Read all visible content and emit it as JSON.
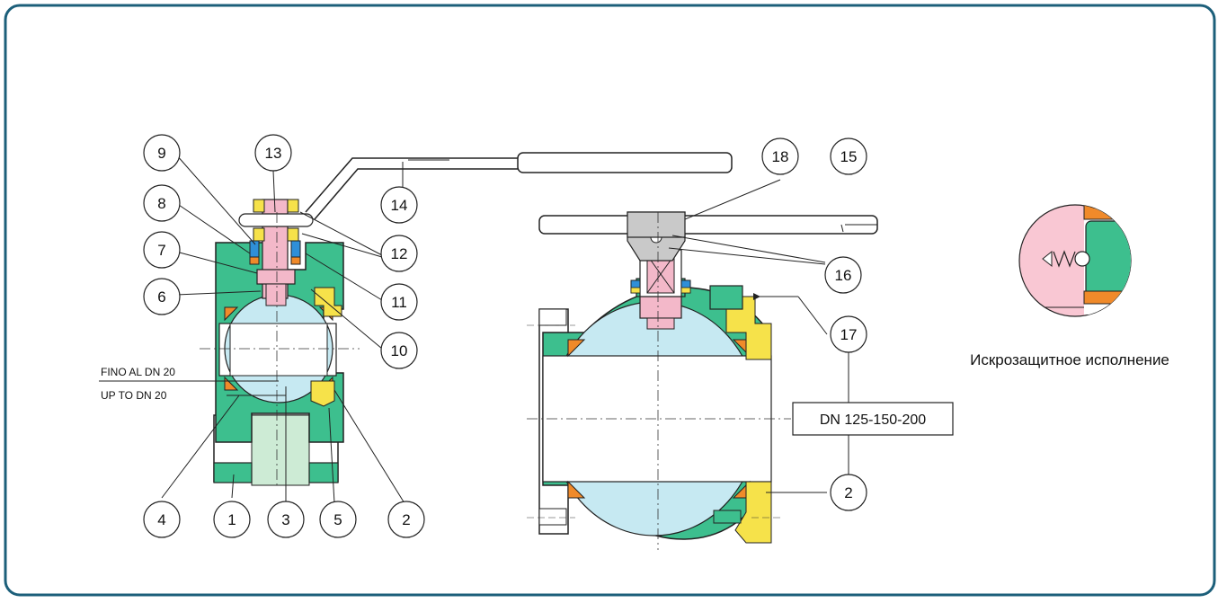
{
  "callouts": [
    {
      "id": "c1",
      "label": "1"
    },
    {
      "id": "c2",
      "label": "2"
    },
    {
      "id": "c2b",
      "label": "2"
    },
    {
      "id": "c3",
      "label": "3"
    },
    {
      "id": "c4",
      "label": "4"
    },
    {
      "id": "c5",
      "label": "5"
    },
    {
      "id": "c6",
      "label": "6"
    },
    {
      "id": "c7",
      "label": "7"
    },
    {
      "id": "c8",
      "label": "8"
    },
    {
      "id": "c9",
      "label": "9"
    },
    {
      "id": "c10",
      "label": "10"
    },
    {
      "id": "c11",
      "label": "11"
    },
    {
      "id": "c12",
      "label": "12"
    },
    {
      "id": "c13",
      "label": "13"
    },
    {
      "id": "c14",
      "label": "14"
    },
    {
      "id": "c15",
      "label": "15"
    },
    {
      "id": "c16",
      "label": "16"
    },
    {
      "id": "c17",
      "label": "17"
    },
    {
      "id": "c18",
      "label": "18"
    }
  ],
  "labels": {
    "fino": "FINO AL DN 20",
    "upto": "UP TO DN 20",
    "dn": "DN 125-150-200",
    "caption": "Искрозащитное исполнение"
  },
  "colors": {
    "frame": "#1c5f7a",
    "body_green": "#3dbf8e",
    "ball_blue": "#c6e9f2",
    "seat_orange": "#f08a2a",
    "stem_pink": "#f3b8c9",
    "gland_yellow": "#f6e24a",
    "packing_blue": "#2f8fd8",
    "light_green": "#cdebd5",
    "detail_pink": "#f9c7d3"
  }
}
